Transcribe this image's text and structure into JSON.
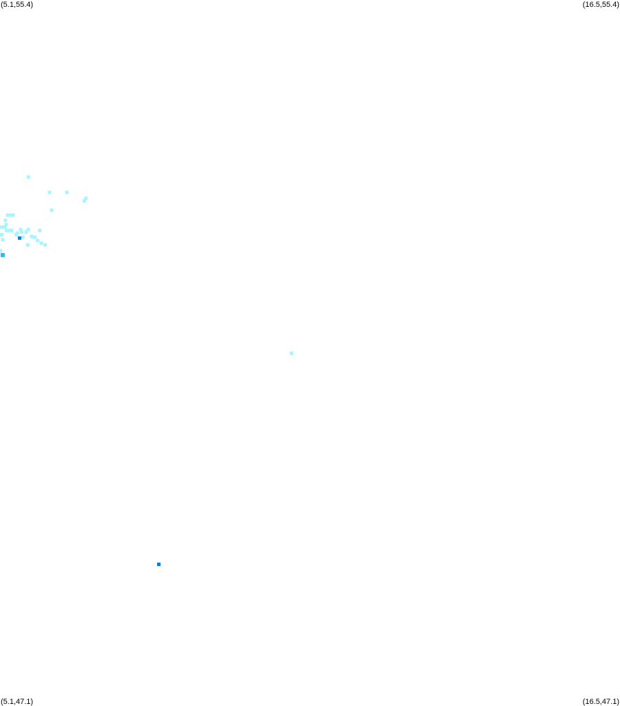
{
  "corners": {
    "top_left": "(5.1,55.4)",
    "top_right": "(16.5,55.4)",
    "bottom_left": "(5.1,47.1)",
    "bottom_right": "(16.5,47.1)"
  },
  "colors": {
    "light": "#aaf4ff",
    "mid": "#33b8f0",
    "dark": "#1a78d8"
  },
  "chart_data": {
    "type": "scatter",
    "xlim": [
      5.1,
      16.5
    ],
    "ylim": [
      47.1,
      55.4
    ],
    "points": [
      {
        "x": 5.62,
        "y": 53.31,
        "level": "light"
      },
      {
        "x": 6.01,
        "y": 53.13,
        "level": "light"
      },
      {
        "x": 6.33,
        "y": 53.13,
        "level": "light"
      },
      {
        "x": 6.68,
        "y": 53.06,
        "level": "light"
      },
      {
        "x": 6.65,
        "y": 53.03,
        "level": "light"
      },
      {
        "x": 6.05,
        "y": 52.92,
        "level": "light"
      },
      {
        "x": 5.24,
        "y": 52.86,
        "level": "light"
      },
      {
        "x": 5.3,
        "y": 52.86,
        "level": "light"
      },
      {
        "x": 5.34,
        "y": 52.86,
        "level": "light"
      },
      {
        "x": 5.2,
        "y": 52.8,
        "level": "light"
      },
      {
        "x": 5.21,
        "y": 52.75,
        "level": "light"
      },
      {
        "x": 5.19,
        "y": 52.72,
        "level": "light"
      },
      {
        "x": 5.13,
        "y": 52.72,
        "level": "light"
      },
      {
        "x": 5.22,
        "y": 52.68,
        "level": "light"
      },
      {
        "x": 5.26,
        "y": 52.68,
        "level": "light"
      },
      {
        "x": 5.31,
        "y": 52.68,
        "level": "light"
      },
      {
        "x": 5.48,
        "y": 52.69,
        "level": "light"
      },
      {
        "x": 5.62,
        "y": 52.69,
        "level": "light"
      },
      {
        "x": 5.83,
        "y": 52.68,
        "level": "light"
      },
      {
        "x": 5.58,
        "y": 52.66,
        "level": "light"
      },
      {
        "x": 5.5,
        "y": 52.66,
        "level": "light"
      },
      {
        "x": 5.42,
        "y": 52.65,
        "level": "light"
      },
      {
        "x": 5.4,
        "y": 52.63,
        "level": "light"
      },
      {
        "x": 5.13,
        "y": 52.63,
        "level": "light"
      },
      {
        "x": 5.52,
        "y": 52.6,
        "level": "light"
      },
      {
        "x": 5.68,
        "y": 52.61,
        "level": "light"
      },
      {
        "x": 5.74,
        "y": 52.6,
        "level": "light"
      },
      {
        "x": 5.15,
        "y": 52.57,
        "level": "light"
      },
      {
        "x": 5.79,
        "y": 52.56,
        "level": "light"
      },
      {
        "x": 5.86,
        "y": 52.53,
        "level": "light"
      },
      {
        "x": 5.93,
        "y": 52.51,
        "level": "light"
      },
      {
        "x": 5.61,
        "y": 52.51,
        "level": "light"
      },
      {
        "x": 5.11,
        "y": 52.44,
        "level": "light"
      },
      {
        "x": 10.46,
        "y": 51.23,
        "level": "light"
      },
      {
        "x": 5.46,
        "y": 52.59,
        "level": "dark"
      },
      {
        "x": 5.15,
        "y": 52.39,
        "level": "mid"
      },
      {
        "x": 8.02,
        "y": 48.74,
        "level": "dark"
      }
    ]
  }
}
